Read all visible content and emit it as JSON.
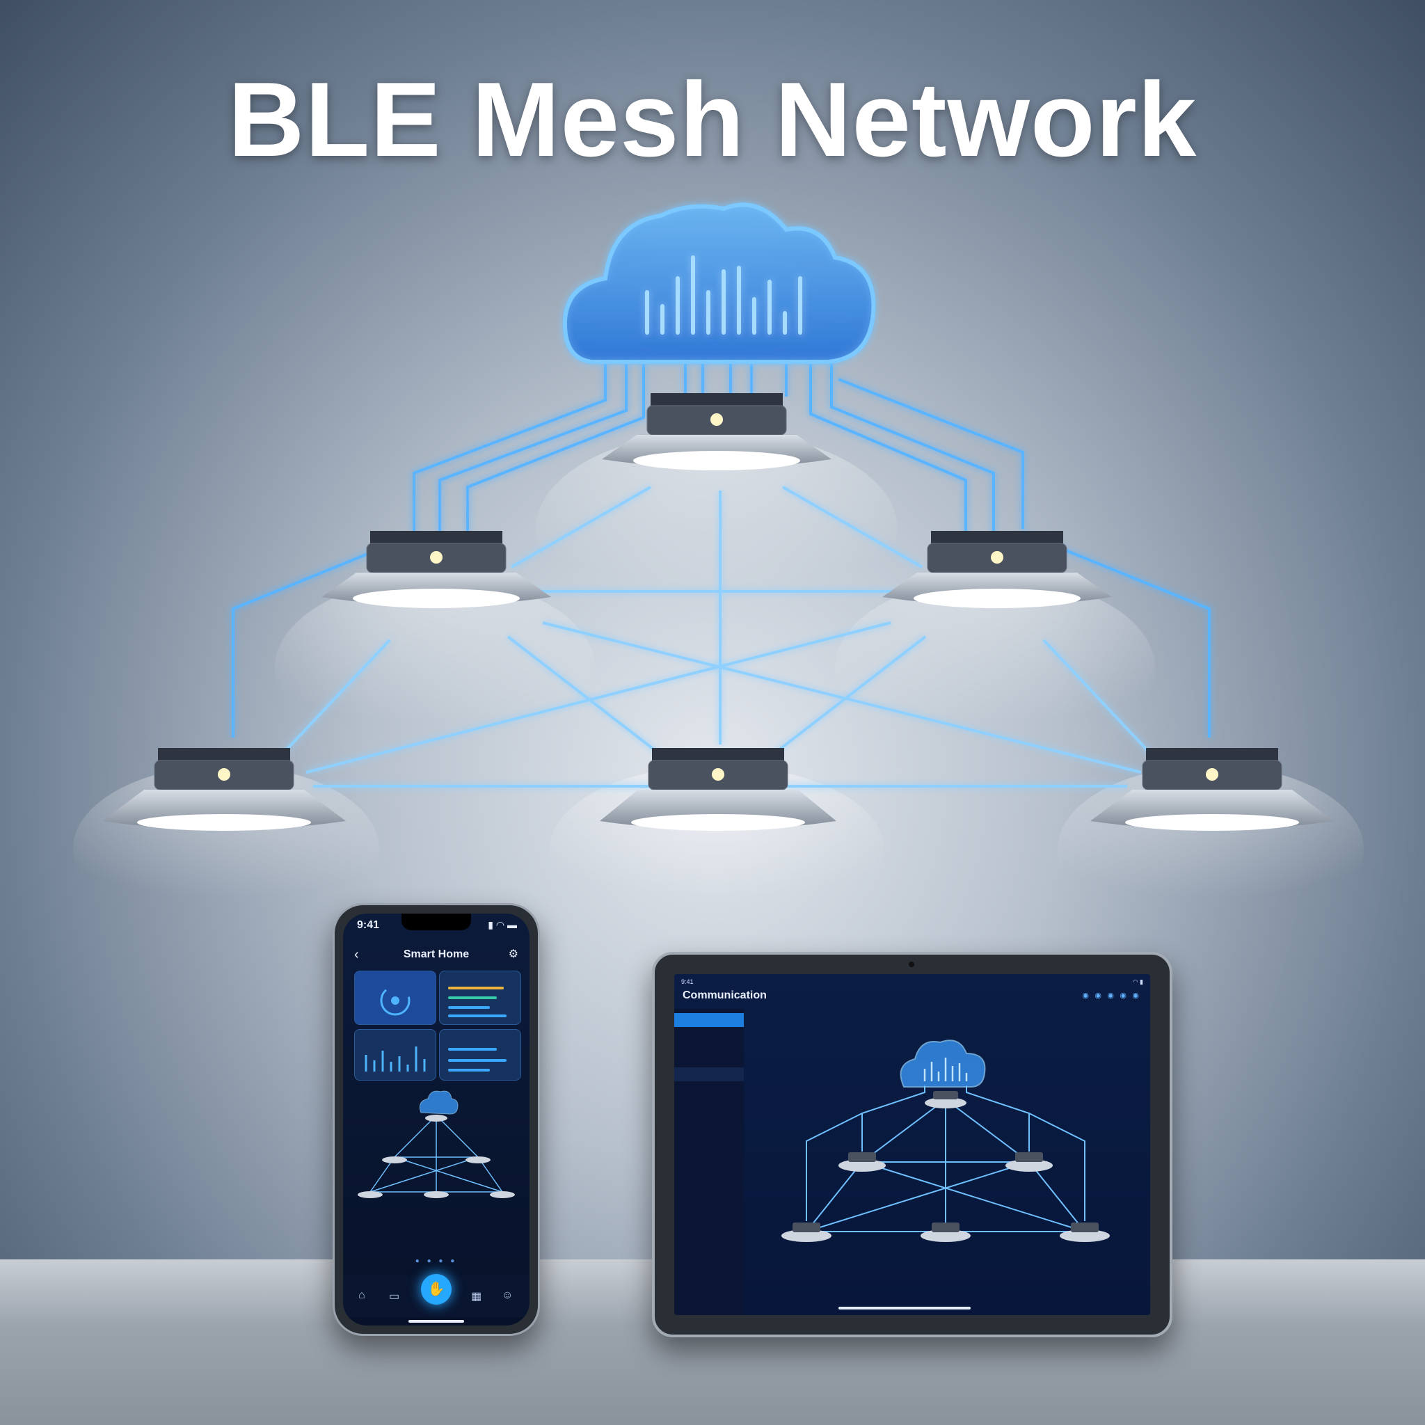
{
  "title": "BLE Mesh Network",
  "colors": {
    "accent": "#3aa8ff",
    "glow": "#7fc8ff",
    "wall_light": "#e4e8ee",
    "wall_dark": "#3f4e62"
  },
  "phone": {
    "time": "9:41",
    "title": "Smart Home",
    "back_icon": "chevron-left-icon",
    "settings_icon": "gear-icon",
    "page_dots": "● ● ● ●",
    "nav_icons": [
      "home-icon",
      "devices-icon",
      "center-action-icon",
      "grid-icon",
      "profile-icon"
    ]
  },
  "tablet": {
    "time": "9:41",
    "title": "Communication",
    "sidebar_item_count_hint": "icons-only"
  }
}
